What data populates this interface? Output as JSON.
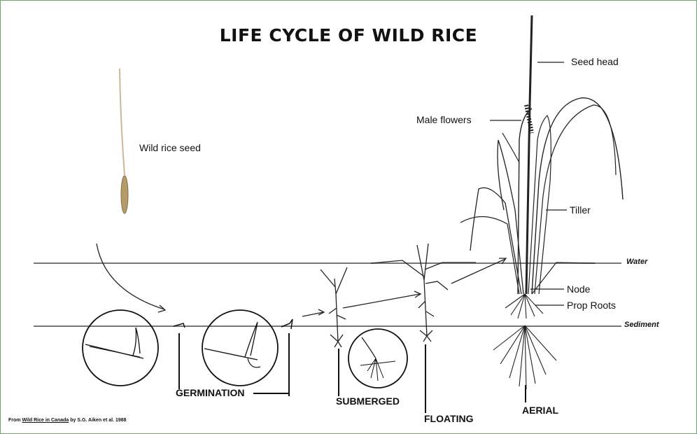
{
  "title": "LIFE CYCLE OF WILD RICE",
  "labels": {
    "seed": "Wild rice seed",
    "seed_head": "Seed head",
    "male_flowers": "Male flowers",
    "tiller": "Tiller",
    "node": "Node",
    "prop_roots": "Prop Roots",
    "water": "Water",
    "sediment": "Sediment"
  },
  "stages": {
    "germination": "GERMINATION",
    "submerged": "SUBMERGED",
    "floating": "FLOATING",
    "aerial": "AERIAL"
  },
  "credit": {
    "prefix": "From ",
    "source": "Wild Rice in Canada",
    "suffix": " by S.G. Aiken et al. 1988"
  }
}
